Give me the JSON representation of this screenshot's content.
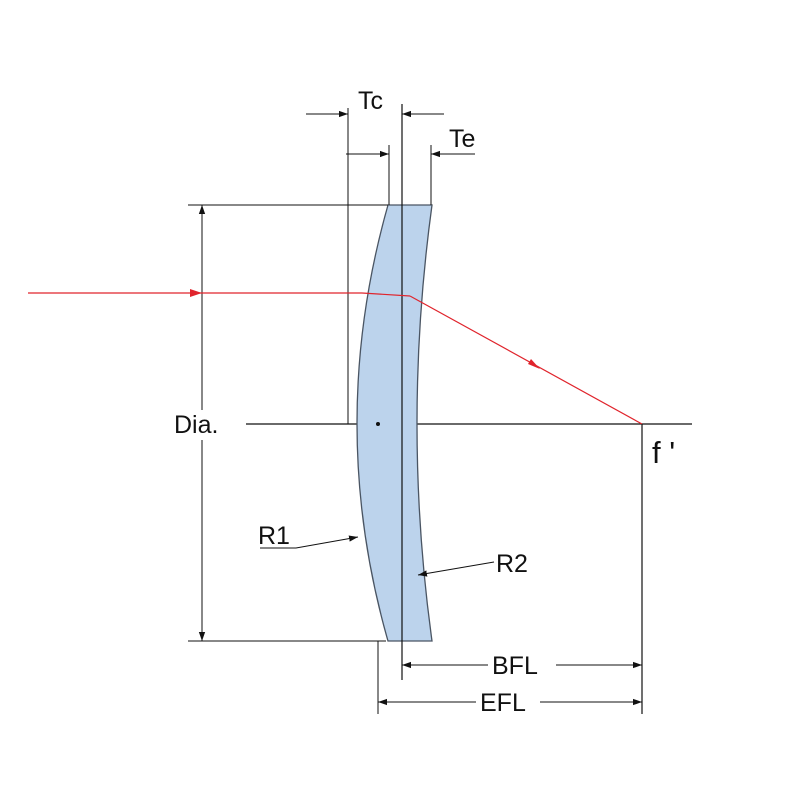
{
  "labels": {
    "center_thickness": "Tc",
    "edge_thickness": "Te",
    "diameter": "Dia.",
    "radius_1": "R1",
    "radius_2": "R2",
    "back_focal_length": "BFL",
    "effective_focal_length": "EFL",
    "focal_point": "f '"
  },
  "colors": {
    "lens_fill": "#bcd3ec",
    "lens_stroke": "#4a5563",
    "ray": "#e0242c",
    "line": "#111111"
  }
}
